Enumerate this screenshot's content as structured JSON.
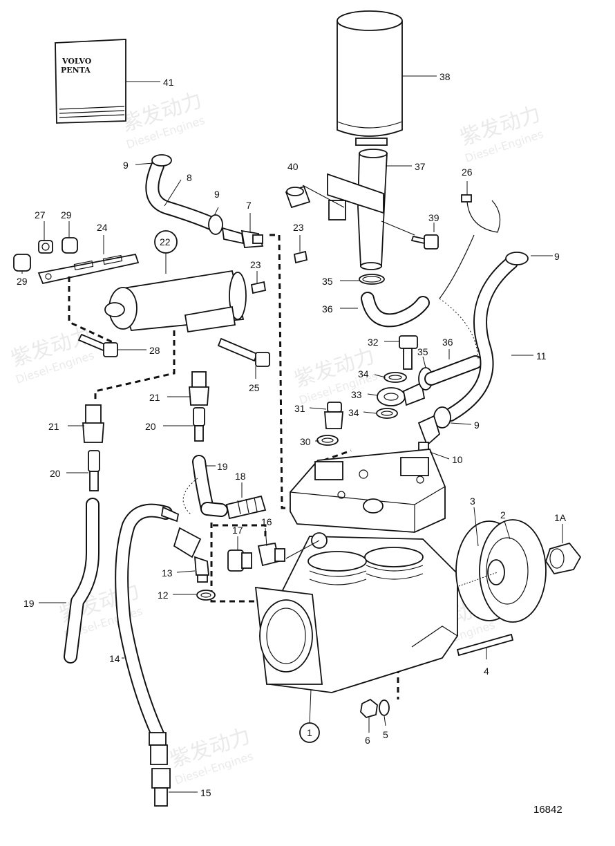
{
  "manual": {
    "brand_line1": "VOLVO",
    "brand_line2": "PENTA"
  },
  "drawing_number": "16842",
  "watermark": {
    "line1": "紫发动力",
    "line2": "Diesel-Engines"
  },
  "callouts": {
    "c41": "41",
    "c38": "38",
    "c37": "37",
    "c40": "40",
    "c39": "39",
    "c26": "26",
    "c9a": "9",
    "c8": "8",
    "c9b": "9",
    "c7": "7",
    "c23a": "23",
    "c23b": "23",
    "c27": "27",
    "c29a": "29",
    "c24": "24",
    "c22": "22",
    "c29b": "29",
    "c28": "28",
    "c25": "25",
    "c9c": "9",
    "c35a": "35",
    "c36a": "36",
    "c32": "32",
    "c35b": "35",
    "c36b": "36",
    "c11": "11",
    "c34a": "34",
    "c33": "33",
    "c31": "31",
    "c34b": "34",
    "c9d": "9",
    "c30": "30",
    "c10": "10",
    "c21a": "21",
    "c21b": "21",
    "c20a": "20",
    "c20b": "20",
    "c19a": "19",
    "c18": "18",
    "c3": "3",
    "c2": "2",
    "c1A": "1A",
    "c17": "17",
    "c16": "16",
    "c13": "13",
    "c12": "12",
    "c19b": "19",
    "c14": "14",
    "c4": "4",
    "c1": "1",
    "c6": "6",
    "c5": "5",
    "c15": "15"
  }
}
